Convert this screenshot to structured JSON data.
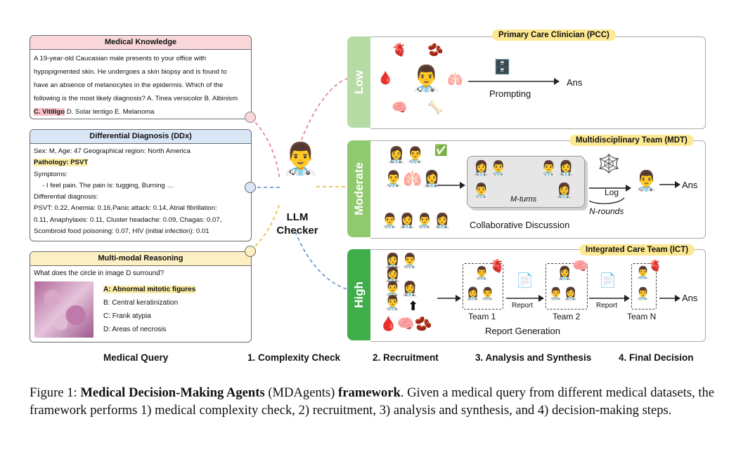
{
  "knowledge": {
    "title": "Medical Knowledge",
    "line1": "A 19-year-old Caucasian male presents to your office with",
    "line2": "hypopigmented skin. He undergoes a skin biopsy and is found to",
    "line3": "have an absence of melanocytes in the epidermis. Which of the",
    "line4": "following is the most likely diagnosis? A. Tinea versicolor B. Albinism",
    "answer": "C. Vitiligo",
    "line5_rest": " D. Solar lentigo E. Melanoma"
  },
  "ddx": {
    "title": "Differential Diagnosis (DDx)",
    "line1": "Sex: M, Age: 47 Geographical region: North America",
    "pathology": "Pathology: PSVT",
    "symptoms": "Symptoms:",
    "symptom_detail": "- I feel pain. The pain is: tugging, Burning …",
    "diff_label": "Differential diagnosis:",
    "diff1": "PSVT: 0.22, Anemia: 0.16,Panic attack: 0.14, Atrial fibrillation:",
    "diff2": "0.11, Anaphylaxis: 0.11, Cluster headache: 0.09, Chagas: 0.07,",
    "diff3": "Scombroid food poisoning: 0.07, HIV (initial infection): 0.01"
  },
  "mm": {
    "title": "Multi-modal Reasoning",
    "question": "What does the circle in image D surround?",
    "opt_a": "A: Abnormal mitotic figures",
    "opt_b": "B: Central keratinization",
    "opt_c": "C: Frank atypia",
    "opt_d": "D: Areas of necrosis"
  },
  "checker": {
    "line1": "LLM",
    "line2": "Checker"
  },
  "low": {
    "label": "Low",
    "badge": "Primary Care Clinician (PCC)",
    "prompting": "Prompting",
    "ans": "Ans"
  },
  "moderate": {
    "label": "Moderate",
    "badge": "Multidisciplinary Team (MDT)",
    "mturns": "M-turns",
    "collab": "Collaborative Discussion",
    "log": "Log",
    "nrounds": "N-rounds",
    "ans": "Ans"
  },
  "high": {
    "label": "High",
    "badge": "Integrated Care Team (ICT)",
    "report1": "Report",
    "report2": "Report",
    "team1": "Team 1",
    "team2": "Team 2",
    "teamn": "Team N",
    "report_gen": "Report Generation",
    "ans": "Ans"
  },
  "steps": {
    "s0": "Medical Query",
    "s1": "1. Complexity Check",
    "s2": "2. Recruitment",
    "s3": "3. Analysis and Synthesis",
    "s4": "4. Final Decision"
  },
  "caption": {
    "prefix": "Figure 1: ",
    "bold": "Medical Decision-Making Agents",
    "mid": " (MDAgents) ",
    "bold2": "framework",
    "rest": ". Given a medical query from different medical datasets, the framework performs 1) medical complexity check, 2) recruitment, 3) analysis and synthesis, and 4) decision-making steps."
  },
  "colors": {
    "low": "#b7dba5",
    "moderate": "#8fca6f",
    "high": "#3fae4a",
    "pink_head": "#f8d6d9",
    "blue_head": "#d9e6f5",
    "yellow_head": "#fbefc3"
  }
}
